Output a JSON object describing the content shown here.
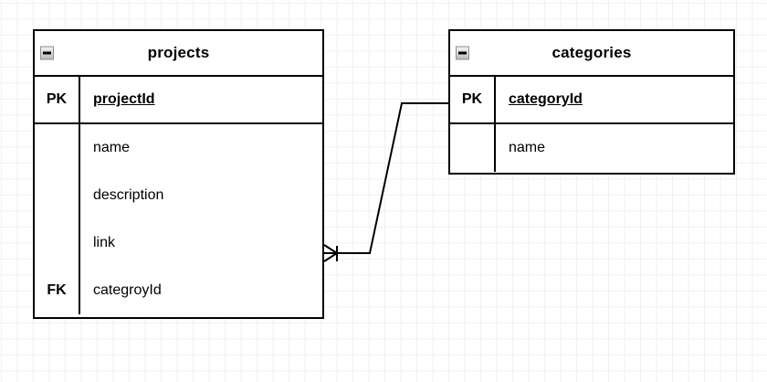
{
  "diagram": {
    "type": "entity-relationship-diagram",
    "background": "#ffffff",
    "grid_color": "#e2e2e2",
    "line_color": "#000000"
  },
  "entities": [
    {
      "name": "projects",
      "title": "projects",
      "collapse_icon": "minus-box-icon",
      "attributes": [
        {
          "key": "PK",
          "name": "projectId",
          "is_key": true
        },
        {
          "key": "",
          "name": "name",
          "is_key": false
        },
        {
          "key": "",
          "name": "description",
          "is_key": false
        },
        {
          "key": "",
          "name": "link",
          "is_key": false
        },
        {
          "key": "FK",
          "name": "categroyId",
          "is_key": false
        }
      ]
    },
    {
      "name": "categories",
      "title": "categories",
      "collapse_icon": "minus-box-icon",
      "attributes": [
        {
          "key": "PK",
          "name": "categoryId",
          "is_key": true
        },
        {
          "key": "",
          "name": "name",
          "is_key": false
        }
      ]
    }
  ],
  "relationship": {
    "name": "projects-to-categories",
    "from_entity": "projects",
    "to_entity": "categories",
    "from_cardinality": "many",
    "to_cardinality": "one",
    "from_marker": "crows-foot-icon",
    "to_marker": "none"
  }
}
